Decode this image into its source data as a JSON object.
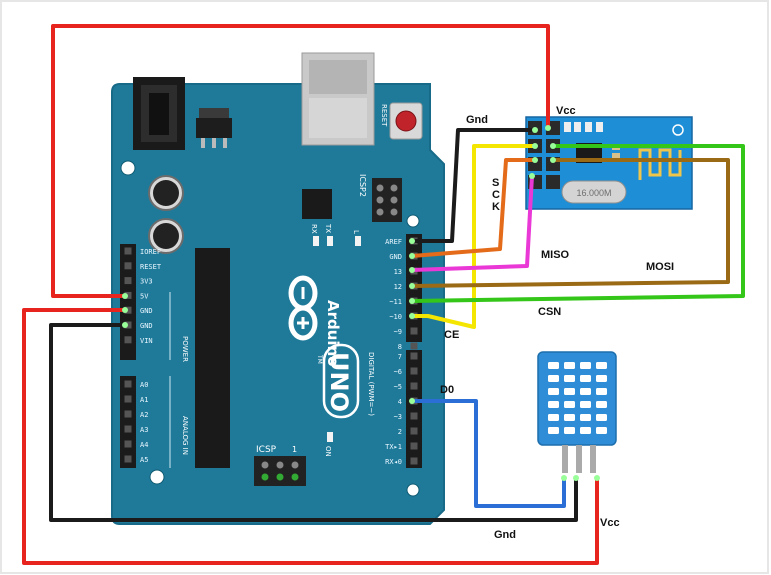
{
  "board": {
    "brand": "Arduino",
    "model": "UNO",
    "trademark": "TM",
    "reset_label": "RESET",
    "icsp2_label": "ICSP2",
    "icsp_label": "ICSP",
    "icsp_pin1": "1",
    "led_labels": {
      "l": "L",
      "tx": "TX",
      "rx": "RX",
      "on": "ON"
    },
    "power_header": [
      "IOREF",
      "RESET",
      "3V3",
      "5V",
      "GND",
      "GND",
      "VIN"
    ],
    "power_title": "POWER",
    "analog_header": [
      "A0",
      "A1",
      "A2",
      "A3",
      "A4",
      "A5"
    ],
    "analog_title": "ANALOG IN",
    "digital_title": "DIGITAL (PWM=~)",
    "digital_upper": [
      "AREF",
      "GND",
      "13",
      "12",
      "~11",
      "~10",
      "~9",
      "8"
    ],
    "digital_lower": [
      "7",
      "~6",
      "~5",
      "4",
      "~3",
      "2",
      "TX▸1",
      "RX◂0"
    ]
  },
  "rf_module": {
    "crystal_label": "16.000M"
  },
  "dht_sensor": {
    "pins": 3
  },
  "wire_labels": {
    "gnd_top": "Gnd",
    "vcc_top": "Vcc",
    "sck": [
      "S",
      "C",
      "K"
    ],
    "miso": "MISO",
    "mosi": "MOSI",
    "csn": "CSN",
    "ce": "CE",
    "d0": "D0",
    "gnd_bottom": "Gnd",
    "vcc_bottom": "Vcc"
  },
  "colors": {
    "board": "#1f7a9a",
    "board_edge": "#176a88",
    "module": "#1e8fd6",
    "sensor": "#2e8dd6",
    "wire_red": "#e8241f",
    "wire_black": "#1b1b1b",
    "wire_yellow": "#f4e600",
    "wire_orange": "#e36b1a",
    "wire_magenta": "#ea38d6",
    "wire_brown": "#9a6a14",
    "wire_green": "#34c619",
    "wire_blue": "#2b6fd6"
  }
}
